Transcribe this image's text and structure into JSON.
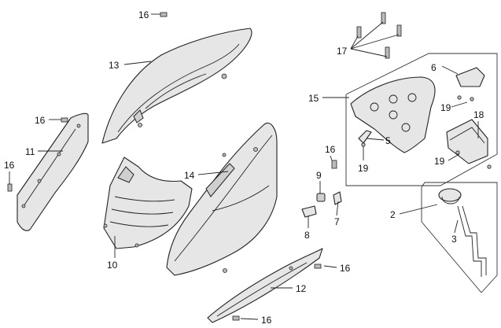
{
  "callouts": [
    "16",
    "13",
    "17",
    "6",
    "15",
    "19",
    "18",
    "16",
    "11",
    "16",
    "5",
    "19",
    "16",
    "19",
    "9",
    "14",
    "2",
    "7",
    "8",
    "3",
    "10",
    "16",
    "12",
    "16"
  ],
  "colors": {
    "line": "#222222",
    "fill": "#e6e6e6",
    "background": "#ffffff"
  }
}
